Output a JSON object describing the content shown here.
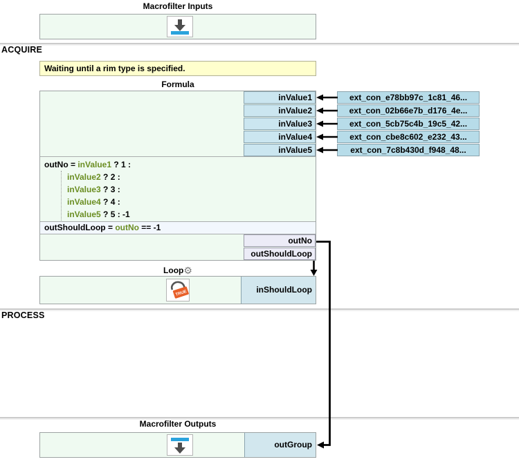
{
  "sections": {
    "acquire": "ACQUIRE",
    "process": "PROCESS"
  },
  "macrofilter_inputs": {
    "title": "Macrofilter Inputs"
  },
  "comment": {
    "text": "Waiting until a rim type is specified."
  },
  "formula": {
    "title": "Formula",
    "inputs": [
      "inValue1",
      "inValue2",
      "inValue3",
      "inValue4",
      "inValue5"
    ],
    "lines": [
      {
        "pre": "outNo = ",
        "var": "inValue1",
        "post": " ? 1 :"
      },
      {
        "pre": "",
        "var": "inValue2",
        "post": " ? 2 :"
      },
      {
        "pre": "",
        "var": "inValue3",
        "post": " ? 3 :"
      },
      {
        "pre": "",
        "var": "inValue4",
        "post": " ? 4 :"
      },
      {
        "pre": "",
        "var": "inValue5",
        "post": " ? 5 : -1"
      }
    ],
    "should_loop_line": {
      "pre": "outShouldLoop = ",
      "var": "outNo",
      "post": " == -1"
    },
    "outputs": [
      "outNo",
      "outShouldLoop"
    ]
  },
  "external_connections": [
    "ext_con_e78bb97c_1c81_46...",
    "ext_con_02b66e7b_d176_4e...",
    "ext_con_5cb75c4b_19c5_42...",
    "ext_con_cbe8c602_e232_43...",
    "ext_con_7c8b430d_f948_48..."
  ],
  "loop": {
    "title": "Loop",
    "tag_label": "TRUE",
    "input": "inShouldLoop"
  },
  "macrofilter_outputs": {
    "title": "Macrofilter Outputs",
    "output": "outGroup"
  },
  "icons": {
    "gear": "⚙",
    "macrofilter_inputs": "arrow-down-to-bar",
    "macrofilter_outputs": "arrow-down-from-bar",
    "loop": "loop-arrow-with-true-tag"
  },
  "colors": {
    "block_bg": "#effaf1",
    "input_cell": "#cbe6f0",
    "output_cell": "#ececf7",
    "ext_con": "#b7dce9",
    "loop_cell": "#d2e7ee",
    "comment_bg": "#ffffcd",
    "variable_green": "#6b8e23",
    "accent_blue": "#2ba3dc",
    "tag_orange": "#e85f28"
  }
}
